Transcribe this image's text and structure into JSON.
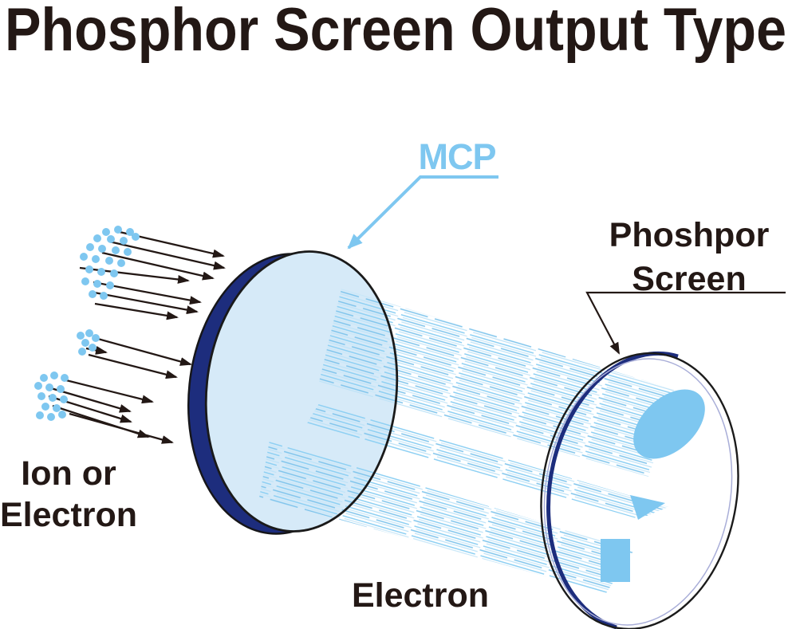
{
  "title": "Phosphor Screen Output Type",
  "labels": {
    "mcp": "MCP",
    "phosphor_screen_line1": "Phoshpor",
    "phosphor_screen_line2": "Screen",
    "input_particles_line1": "Ion or",
    "input_particles_line2": "Electron",
    "electron_beam": "Electron"
  },
  "colors": {
    "ink": "#231815",
    "accent_blue": "#7ec7f0",
    "mcp_face_blue": "#d6eaf8",
    "navy_rim": "#1d2d7d",
    "streak_blue": "#7ec4ec",
    "streak_pale_blue": "#c9e7f8",
    "output_shape_blue": "#7ec7f0",
    "inner_rim_lavender": "#a9aed8",
    "screen_face": "#ffffff"
  }
}
